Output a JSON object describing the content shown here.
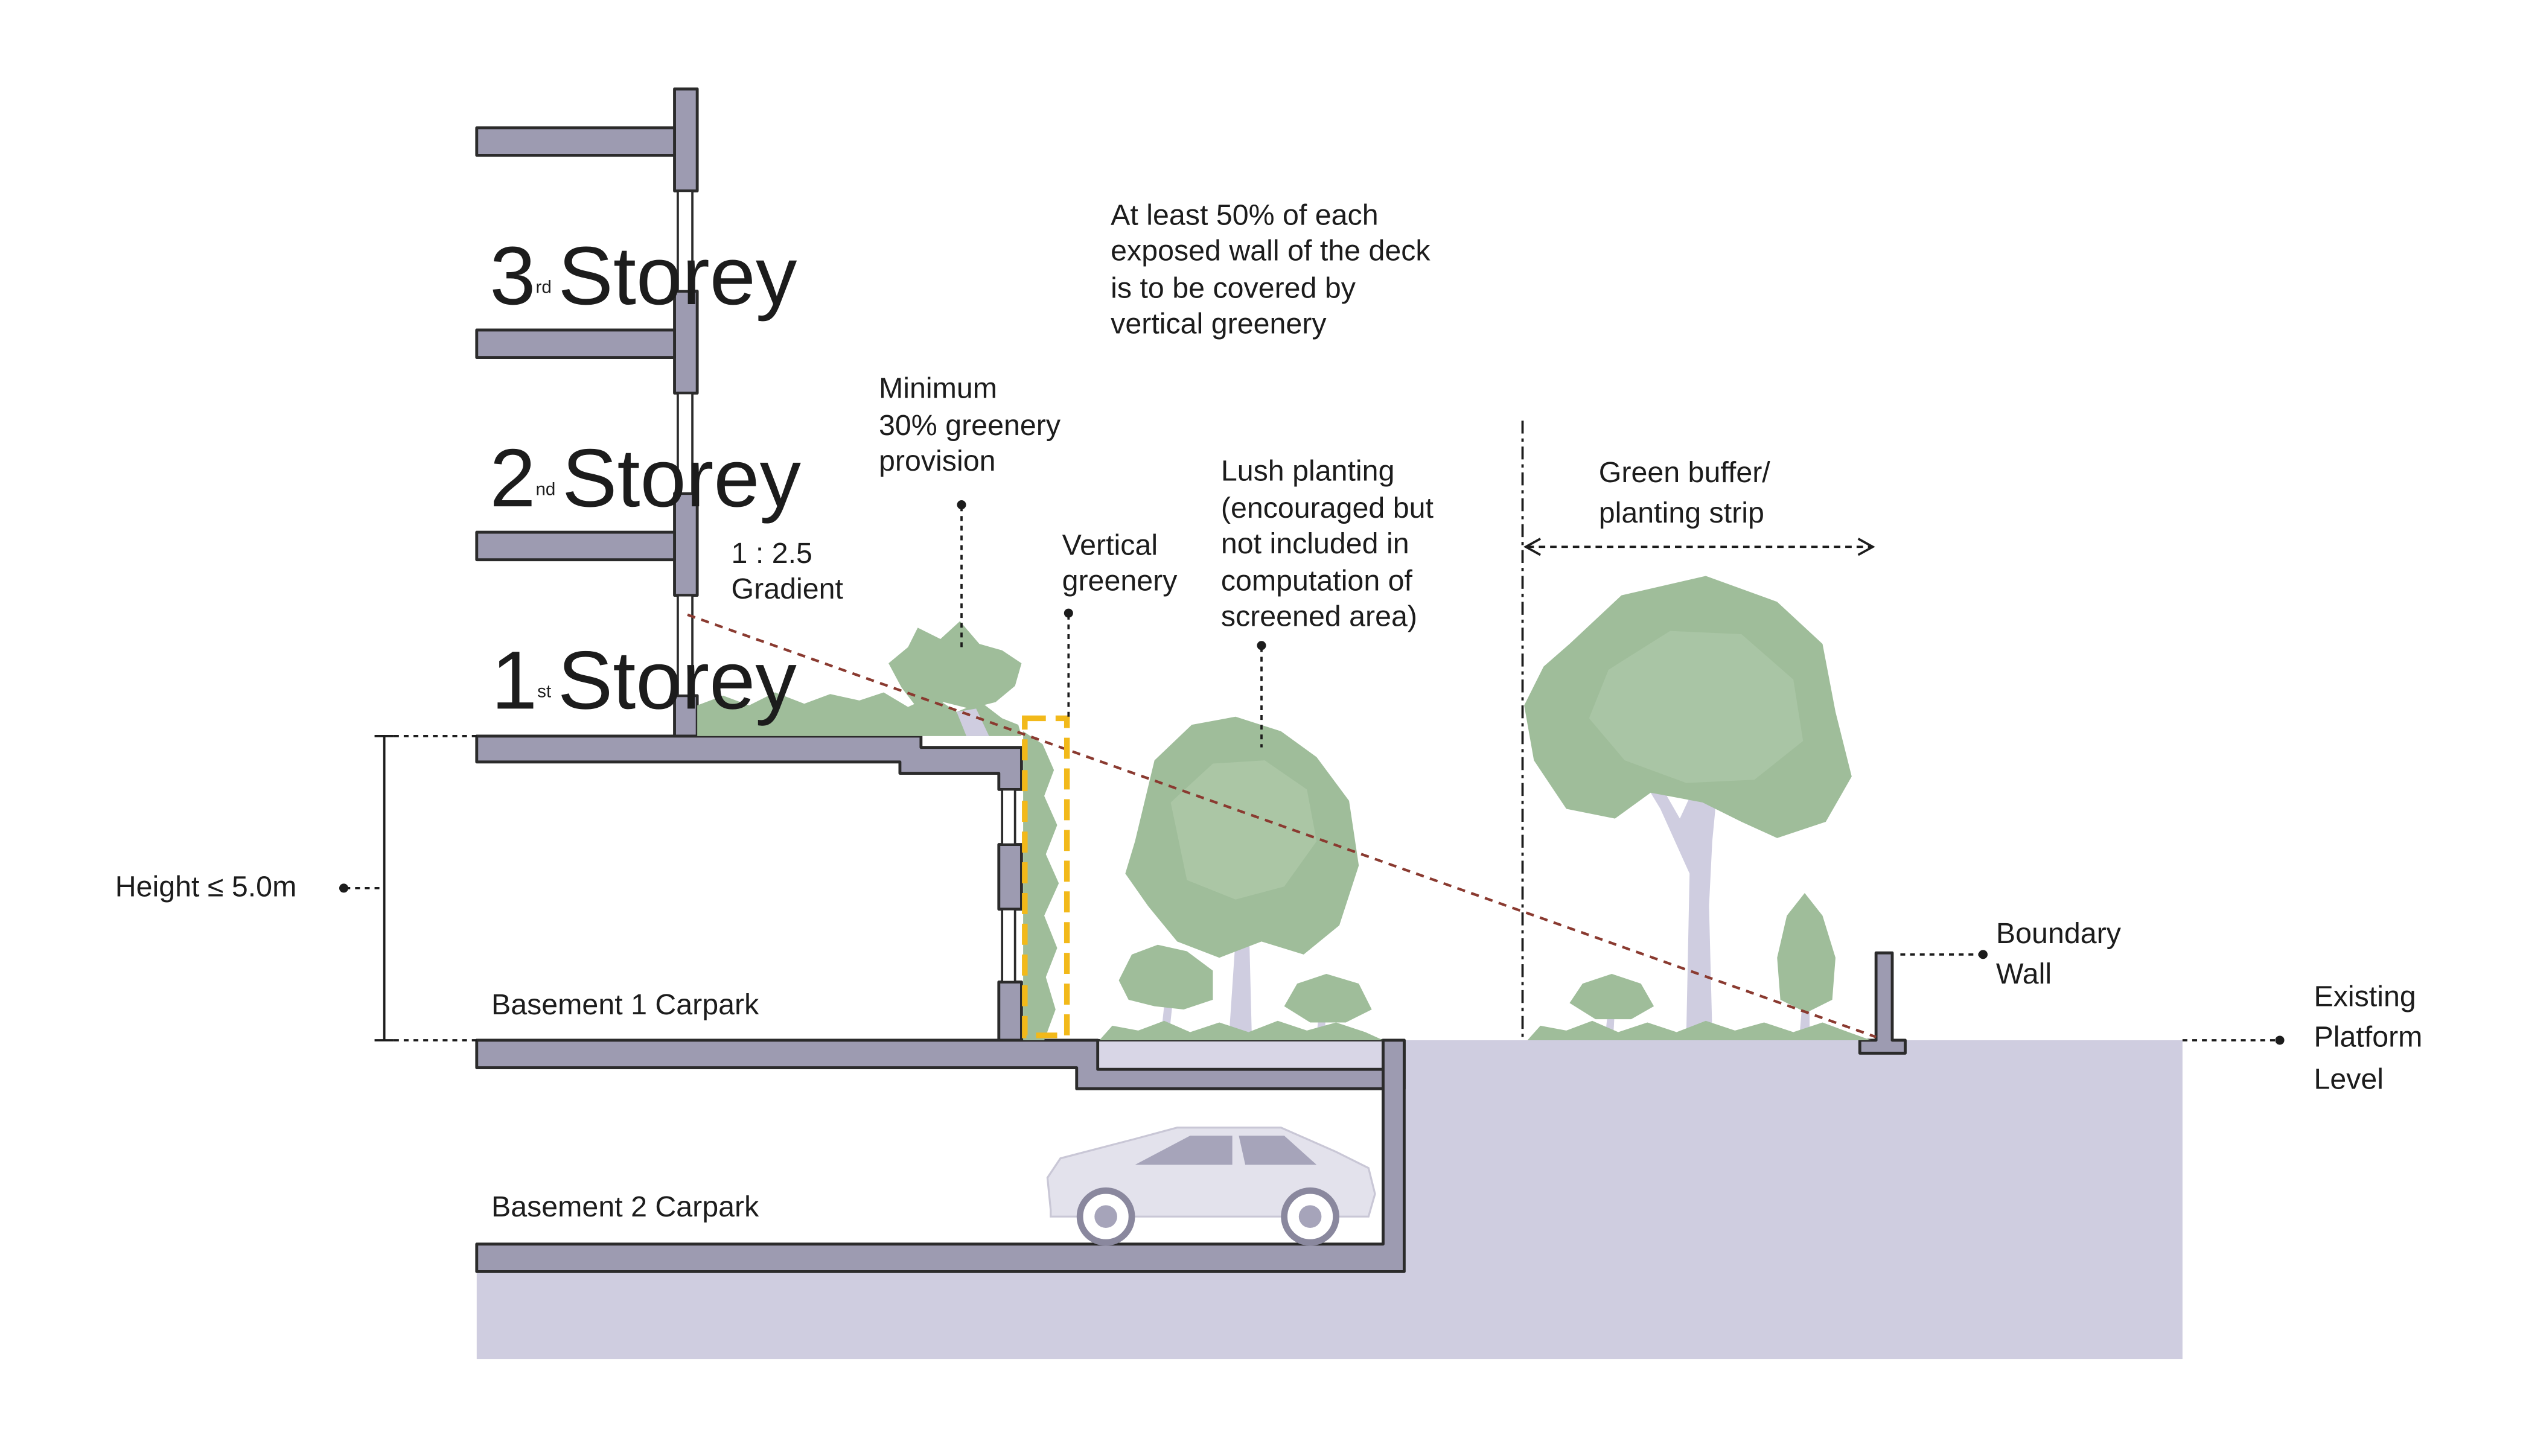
{
  "colors": {
    "structure": "#9d9bb1",
    "structure_stroke": "#2b2b2b",
    "ground": "#cfcde0",
    "ground_light": "#d8d6e6",
    "foliage": "#9fbd9a",
    "trunk": "#cfcde0",
    "gradient_line": "#8a3a30",
    "highlight_box": "#f2b91a",
    "car_body": "#e3e2ec",
    "car_window": "#a6a4ba",
    "text": "#1c1c1c"
  },
  "labels": {
    "storey3_num": "3",
    "storey3_sup": "rd",
    "storey3_word": "Storey",
    "storey2_num": "2",
    "storey2_sup": "nd",
    "storey2_word": "Storey",
    "storey1_num": "1",
    "storey1_sup": "st",
    "storey1_word": "Storey",
    "basement1": "Basement 1 Carpark",
    "basement2": "Basement 2 Carpark",
    "height": "Height ≤ 5.0m",
    "gradient": [
      "1 : 2.5",
      "Gradient"
    ],
    "min_greenery": [
      "Minimum",
      "30% greenery",
      "provision"
    ],
    "vertical_greenery": [
      "Vertical",
      "greenery"
    ],
    "coverage_note": [
      "At least 50% of each",
      "exposed wall of the deck",
      "is to be covered by",
      "vertical greenery"
    ],
    "lush_planting": [
      "Lush planting",
      "(encouraged but",
      "not included in",
      "computation of",
      "screened area)"
    ],
    "green_buffer": [
      "Green buffer/",
      "planting strip"
    ],
    "boundary_wall": [
      "Boundary",
      "Wall"
    ],
    "platform_level": [
      "Existing",
      "Platform",
      "Level"
    ]
  }
}
